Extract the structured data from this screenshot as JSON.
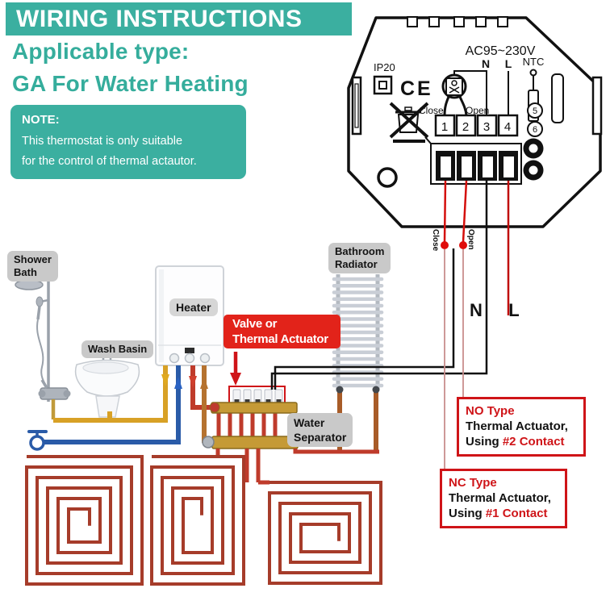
{
  "colors": {
    "teal_accent": "#3bafa0",
    "callout_red": "#cf1418",
    "valve_red": "#e2231a",
    "wire_red": "#d40f0c",
    "pipe_red": "#bf3b2b",
    "pipe_yellow": "#d8a126",
    "pipe_blue": "#2a5ba8",
    "pipe_brown": "#b5722f"
  },
  "banner": {
    "title": "WIRING INSTRUCTIONS"
  },
  "headline": {
    "line1": "Applicable type:",
    "line2": "GA For Water Heating"
  },
  "note": {
    "title": "NOTE:",
    "line1": "This thermostat is only suitable",
    "line2": "for the control of thermal actautor."
  },
  "thermostat": {
    "voltage": "AC95~230V",
    "n": "N",
    "l": "L",
    "ntc": "NTC",
    "ip": "IP20",
    "ce": "CE",
    "close": "Close",
    "open": "Open",
    "terminals": [
      "1",
      "2",
      "3",
      "4"
    ],
    "sensor_terminals": [
      "5",
      "6"
    ]
  },
  "wires": {
    "close_tag": "Close",
    "open_tag": "Open",
    "n": "N",
    "l": "L"
  },
  "badges": {
    "shower": {
      "line1": "Shower",
      "line2": "Bath"
    },
    "wash_basin": "Wash Basin",
    "heater": "Heater",
    "radiator": {
      "line1": "Bathroom",
      "line2": "Radiator"
    },
    "separator": {
      "line1": "Water",
      "line2": "Separator"
    }
  },
  "valve_box": {
    "line1": "Valve or",
    "line2": "Thermal Actuator"
  },
  "callouts": {
    "no_type": {
      "title": "NO Type",
      "line2": "Thermal Actuator,",
      "using": "Using ",
      "contact": "#2 Contact"
    },
    "nc_type": {
      "title": "NC Type",
      "line2": "Thermal Actuator,",
      "using": "Using ",
      "contact": "#1 Contact"
    }
  }
}
